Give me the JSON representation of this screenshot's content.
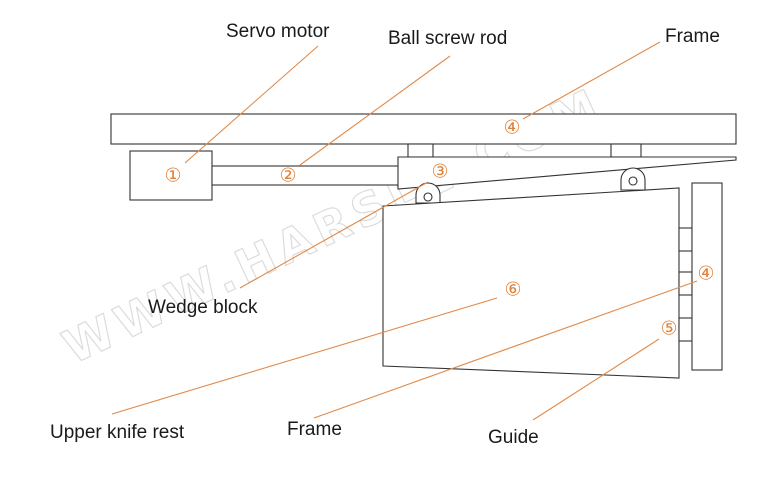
{
  "labels": {
    "servo_motor": "Servo motor",
    "ball_screw_rod": "Ball screw rod",
    "frame_top": "Frame",
    "wedge_block": "Wedge block",
    "upper_knife_rest": "Upper knife rest",
    "frame_bottom": "Frame",
    "guide": "Guide"
  },
  "callouts": {
    "n1": "①",
    "n2": "②",
    "n3": "③",
    "n4_top": "④",
    "n4_right": "④",
    "n5": "⑤",
    "n6": "⑥"
  },
  "watermark": "WWW.HARSLE.COM",
  "colors": {
    "callout": "#e0823a",
    "leader": "#e08a4a",
    "outline": "#333333",
    "text": "#1a1a1a",
    "watermark": "#dcdcdc"
  }
}
